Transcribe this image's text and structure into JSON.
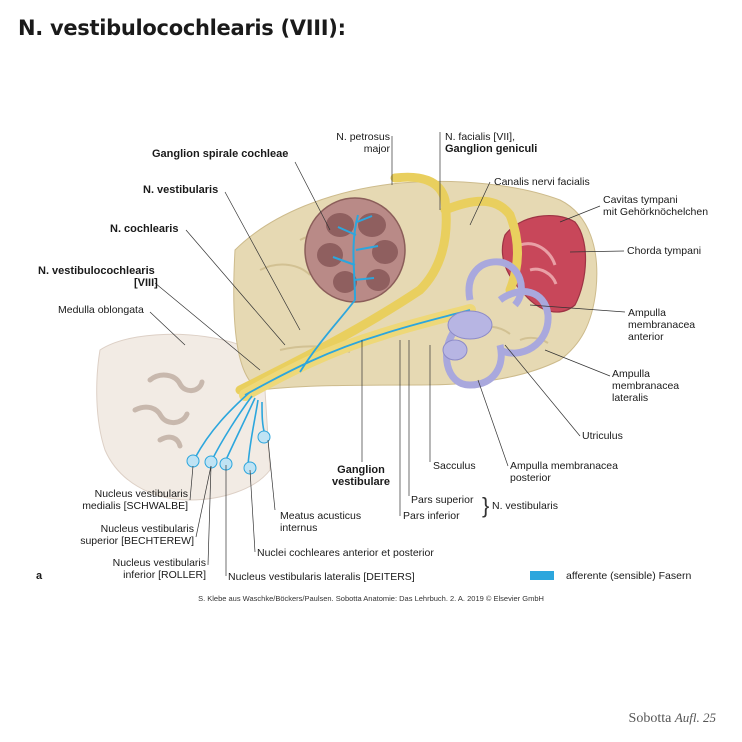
{
  "title": "N. vestibulocochlearis (VIII):",
  "labels": {
    "n_petrosus_major": [
      "N. petrosus",
      "major"
    ],
    "n_facialis": "N. facialis [VII],",
    "ganglion_geniculi": "Ganglion geniculi",
    "canalis_nervi_facialis": "Canalis nervi facialis",
    "cavitas_tympani": [
      "Cavitas tympani",
      "mit Gehörknöchelchen"
    ],
    "chorda_tympani": "Chorda tympani",
    "ganglion_spirale": "Ganglion spirale cochleae",
    "n_vestibularis_top": "N. vestibularis",
    "n_cochlearis": "N. cochlearis",
    "n_vestibulocochlearis": [
      "N. vestibulocochlearis",
      "[VIII]"
    ],
    "medulla": "Medulla oblongata",
    "ampulla_anterior": [
      "Ampulla",
      "membranacea",
      "anterior"
    ],
    "ampulla_lateralis": [
      "Ampulla",
      "membranacea",
      "lateralis"
    ],
    "utriculus": "Utriculus",
    "sacculus": "Sacculus",
    "ampulla_posterior": [
      "Ampulla membranacea",
      "posterior"
    ],
    "ganglion_vestibulare": [
      "Ganglion",
      "vestibulare"
    ],
    "pars_superior": "Pars superior",
    "pars_inferior": "Pars inferior",
    "n_vestibularis_bottom": "N. vestibularis",
    "meatus": [
      "Meatus acusticus",
      "internus"
    ],
    "nucleus_medialis": [
      "Nucleus vestibularis",
      "medialis [SCHWALBE]"
    ],
    "nucleus_superior": [
      "Nucleus vestibularis",
      "superior [BECHTEREW]"
    ],
    "nucleus_inferior": [
      "Nucleus vestibularis",
      "inferior [ROLLER]"
    ],
    "nuclei_cochleares": "Nuclei cochleares anterior et posterior",
    "nucleus_lateralis": "Nucleus vestibularis lateralis [DEITERS]",
    "panel_letter": "a"
  },
  "legend": {
    "label": "afferente (sensible) Fasern",
    "color": "#2ca6dd"
  },
  "credit": "S. Klebe aus Waschke/Böckers/Paulsen. Sobotta Anatomie: Das Lehrbuch. 2. A. 2019 © Elsevier GmbH",
  "brand": {
    "name": "Sobotta",
    "edition": "Aufl. 25"
  },
  "colors": {
    "bone": "#e6d9b3",
    "nerve": "#e9cf5e",
    "afferent": "#2ca6dd",
    "labyrinth": "#a9a8dd",
    "tympanum": "#c8475a"
  }
}
